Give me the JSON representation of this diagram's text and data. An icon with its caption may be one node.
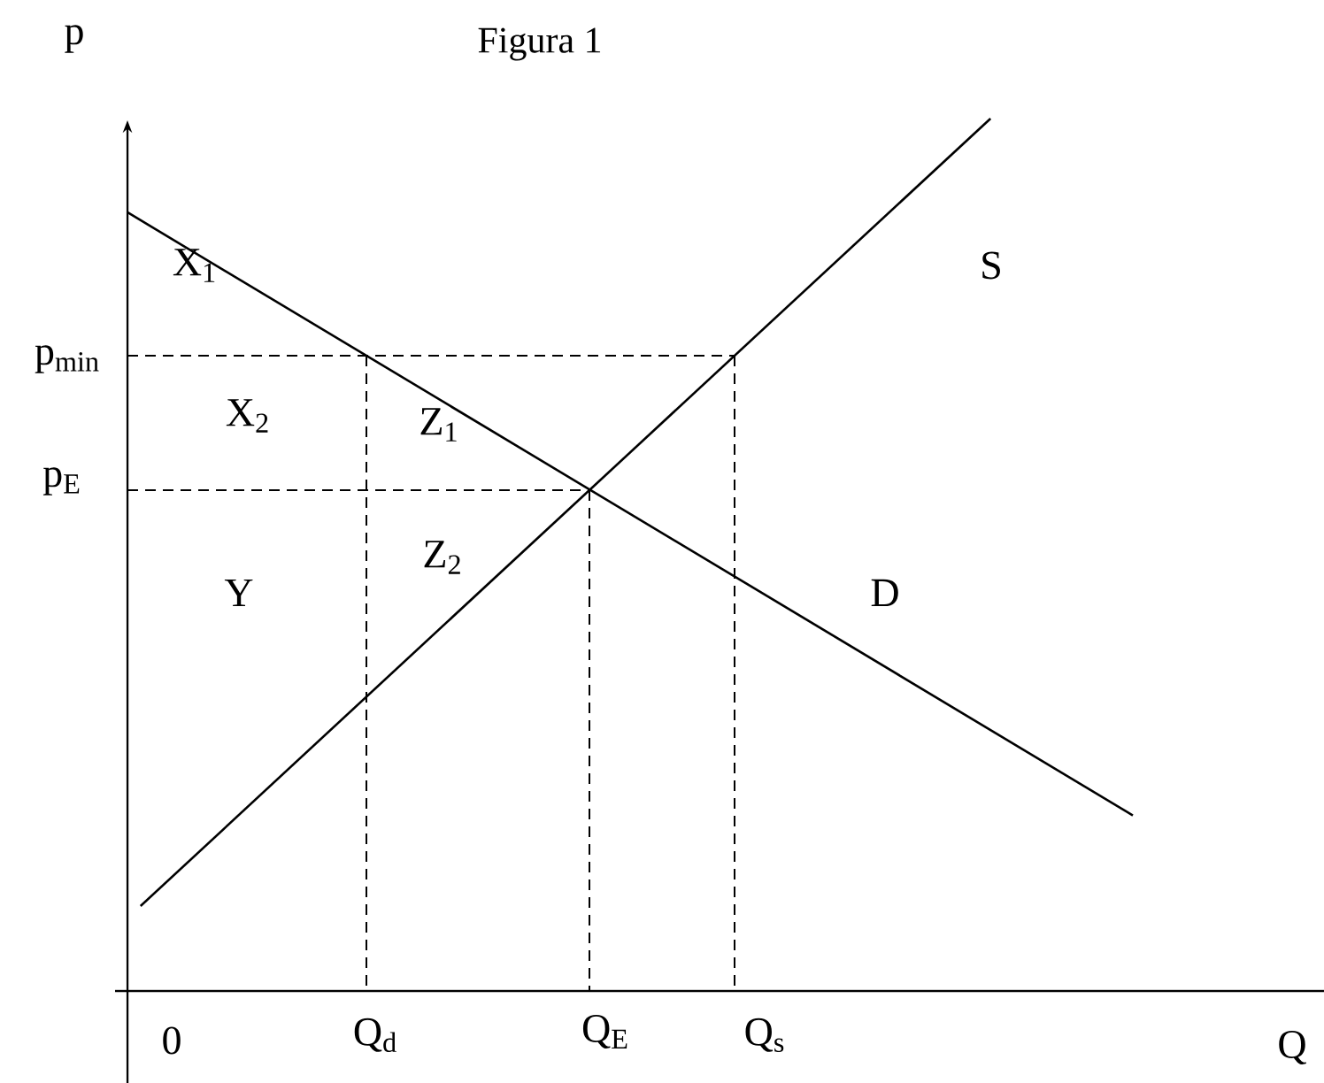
{
  "diagram": {
    "title": "Figura 1",
    "labels": [
      "p",
      "X$_{1}$",
      "p$_{min}$",
      "X$_{2}$",
      "Z$_{1}$",
      "p$_{E}$",
      "Y",
      "Z$_{2}$",
      "S",
      "D",
      "0",
      "Q$_{d}$",
      "Q$_{E}$",
      "Q$_{s}$",
      "Q"
    ]
  }
}
